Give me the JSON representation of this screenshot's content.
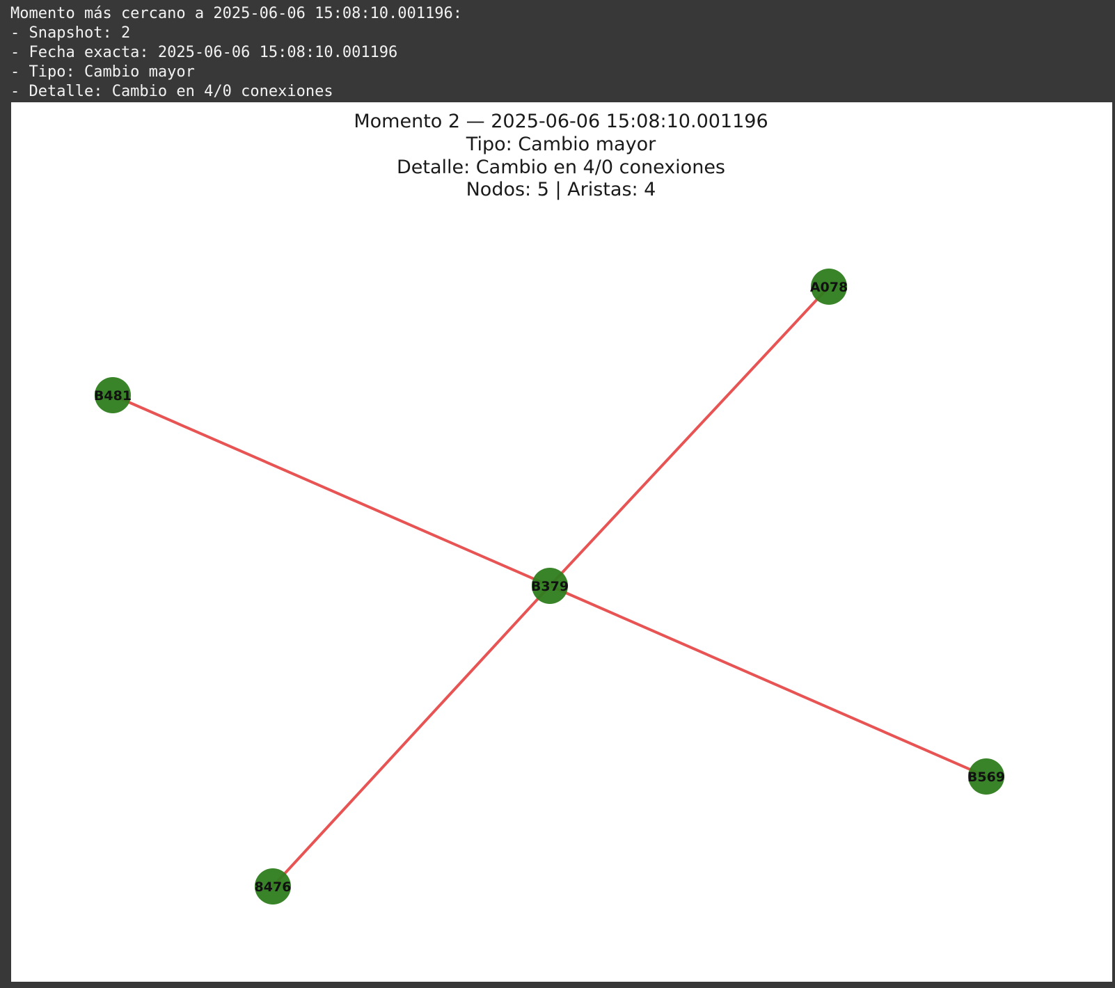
{
  "console": {
    "lines": [
      "Momento más cercano a 2025-06-06 15:08:10.001196:",
      "- Snapshot: 2",
      "- Fecha exacta: 2025-06-06 15:08:10.001196",
      "- Tipo: Cambio mayor",
      "- Detalle: Cambio en 4/0 conexiones"
    ]
  },
  "figure": {
    "title_lines": [
      "Momento 2 — 2025-06-06 15:08:10.001196",
      "Tipo: Cambio mayor",
      "Detalle: Cambio en 4/0 conexiones",
      "Nodos: 5 | Aristas: 4"
    ]
  },
  "chart_data": {
    "type": "network",
    "nodes": [
      {
        "id": "B379"
      },
      {
        "id": "A078"
      },
      {
        "id": "B481"
      },
      {
        "id": "B569"
      },
      {
        "id": "8476"
      }
    ],
    "edges": [
      {
        "source": "B379",
        "target": "A078"
      },
      {
        "source": "B379",
        "target": "B481"
      },
      {
        "source": "B379",
        "target": "B569"
      },
      {
        "source": "B379",
        "target": "8476"
      }
    ],
    "colors": {
      "node": "#2e7d1e",
      "edge": "#e85454"
    }
  }
}
